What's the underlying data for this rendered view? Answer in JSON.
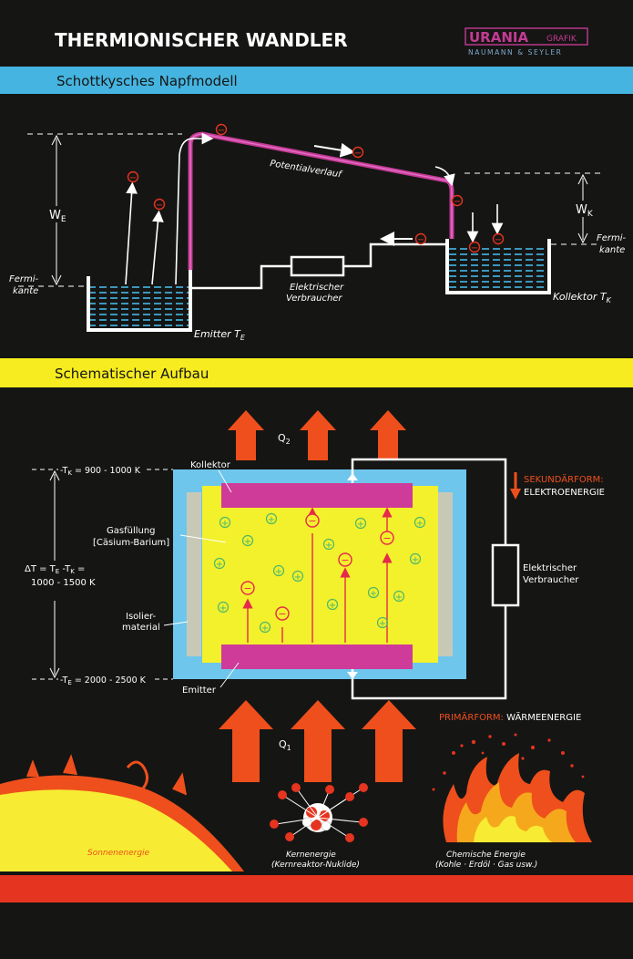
{
  "header": {
    "title": "THERMIONISCHER WANDLER",
    "logo_main": "URANIA",
    "logo_sub": "GRAFIK",
    "logo_credit": "NAUMANN & SEYLER"
  },
  "section1": {
    "heading": "Schottkysches Napfmodell",
    "labels": {
      "we": "W",
      "we_sub": "E",
      "wk": "W",
      "wk_sub": "K",
      "fermi_left_1": "Fermi-",
      "fermi_left_2": "kante",
      "fermi_right_1": "Fermi-",
      "fermi_right_2": "kante",
      "potential": "Potentialverlauf",
      "load_1": "Elektrischer",
      "load_2": "Verbraucher",
      "emitter": "Emitter T",
      "emitter_sub": "E",
      "collector": "Kollektor T",
      "collector_sub": "K"
    }
  },
  "section2": {
    "heading": "Schematischer Aufbau",
    "labels": {
      "q2": "Q",
      "q2_sub": "2",
      "q1": "Q",
      "q1_sub": "1",
      "kollektor": "Kollektor",
      "tk_range": "-T",
      "tk_range_sub": "K",
      "tk_range_val": " = 900 - 1000 K",
      "te_range": "-T",
      "te_range_sub": "E",
      "te_range_val": " = 2000 - 2500 K",
      "gas_1": "Gasfüllung",
      "gas_2": "[Cäsium-Barium]",
      "delta_1": "ΔT = T",
      "delta_sub1": "E",
      "delta_mid": " -T",
      "delta_sub2": "K",
      "delta_eq": " =",
      "delta_2": "1000 - 1500 K",
      "isolier_1": "Isolier-",
      "isolier_2": "material",
      "emitter": "Emitter",
      "secondary_1": "SEKUNDÄRFORM:",
      "secondary_2": "ELEKTROENERGIE",
      "load_1": "Elektrischer",
      "load_2": "Verbraucher",
      "primary_a": "PRIMÄRFORM:",
      "primary_b": " WÄRMEENERGIE"
    }
  },
  "sources": {
    "sun": "Sonnenenergie",
    "nuclear_1": "Kernenergie",
    "nuclear_2": "(Kernreaktor-Nuklide)",
    "chemical_1": "Chemische Energie",
    "chemical_2": "(Kohle · Erdöl · Gas usw.)"
  },
  "symbols": {
    "electron": "−",
    "ion": "+"
  },
  "colors": {
    "background": "#151514",
    "cyan_band": "#45b4e0",
    "yellow_band": "#f6ec20",
    "red_band": "#e5341f",
    "magenta": "#cf3b98",
    "plate_blue": "#6ec6ec",
    "gas_yellow": "#f3f02c",
    "arrow_orange": "#ee4f1c",
    "wire_white": "#ffffff",
    "liquid_cyan": "#46b8e6"
  }
}
